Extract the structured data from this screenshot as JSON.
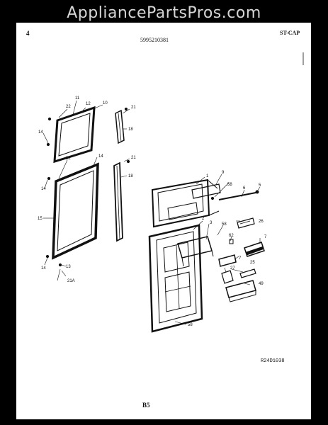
{
  "watermark": "AppliancePartsPros.com",
  "header": {
    "left": "4",
    "center": "5995210381",
    "right": "ST-CAP"
  },
  "diagram_ref": "R24D1038",
  "page_number": "B5",
  "parts": {
    "p11": "11",
    "p22a": "22",
    "p12": "12",
    "p10": "10",
    "p14a": "14",
    "p21a": "21",
    "p18a": "18",
    "p22b": "22",
    "p14b": "14",
    "p14c": "14",
    "p15": "15",
    "p14d": "14",
    "p13": "13",
    "p21A": "21A",
    "p21b": "21",
    "p18b": "18",
    "p1": "1",
    "p9": "9",
    "p58a": "58",
    "p6": "6",
    "p5": "5",
    "p2": "2",
    "p3": "3",
    "p58b": "58",
    "p26": "26",
    "p62": "62",
    "p7a": "7",
    "p7b": "7",
    "p25": "25",
    "p27": "27",
    "p49": "49",
    "p58c": "58"
  }
}
